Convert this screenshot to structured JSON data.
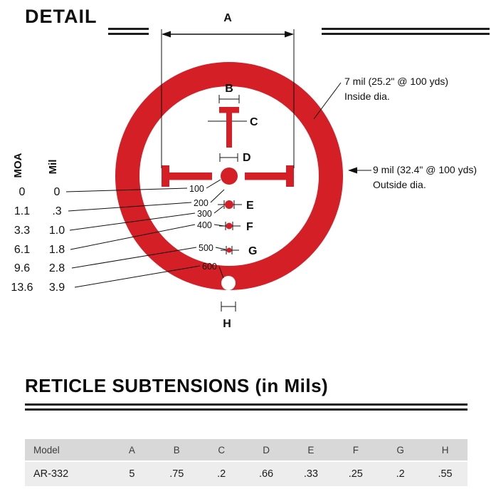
{
  "detail": {
    "title": "DETAIL"
  },
  "letters": {
    "a": "A",
    "b": "B",
    "c": "C",
    "d": "D",
    "e": "E",
    "f": "F",
    "g": "G",
    "h": "H"
  },
  "annotations": {
    "inside_line1": "7 mil (25.2\" @ 100 yds)",
    "inside_line2": "Inside dia.",
    "outside_line1": "9 mil (32.4\" @ 100 yds)",
    "outside_line2": "Outside dia."
  },
  "holdover": {
    "moa_label": "MOA",
    "mil_label": "Mil",
    "rows": [
      {
        "moa": "0",
        "mil": "0",
        "range": "100"
      },
      {
        "moa": "1.1",
        "mil": ".3",
        "range": "200"
      },
      {
        "moa": "3.3",
        "mil": "1.0",
        "range": "300"
      },
      {
        "moa": "6.1",
        "mil": "1.8",
        "range": "400"
      },
      {
        "moa": "9.6",
        "mil": "2.8",
        "range": "500"
      },
      {
        "moa": "13.6",
        "mil": "3.9",
        "range": "600"
      }
    ]
  },
  "subtensions": {
    "heading": "RETICLE SUBTENSIONS (in Mils)",
    "columns": [
      "Model",
      "A",
      "B",
      "C",
      "D",
      "E",
      "F",
      "G",
      "H"
    ],
    "rows": [
      [
        "AR-332",
        "5",
        ".75",
        ".2",
        ".66",
        ".33",
        ".25",
        ".2",
        ".55"
      ]
    ]
  },
  "colors": {
    "reticle_red": "#d41f26",
    "rule_dark": "#1d1d1d",
    "table_header_bg": "#d8d8d8",
    "table_row_bg": "#ededed"
  }
}
